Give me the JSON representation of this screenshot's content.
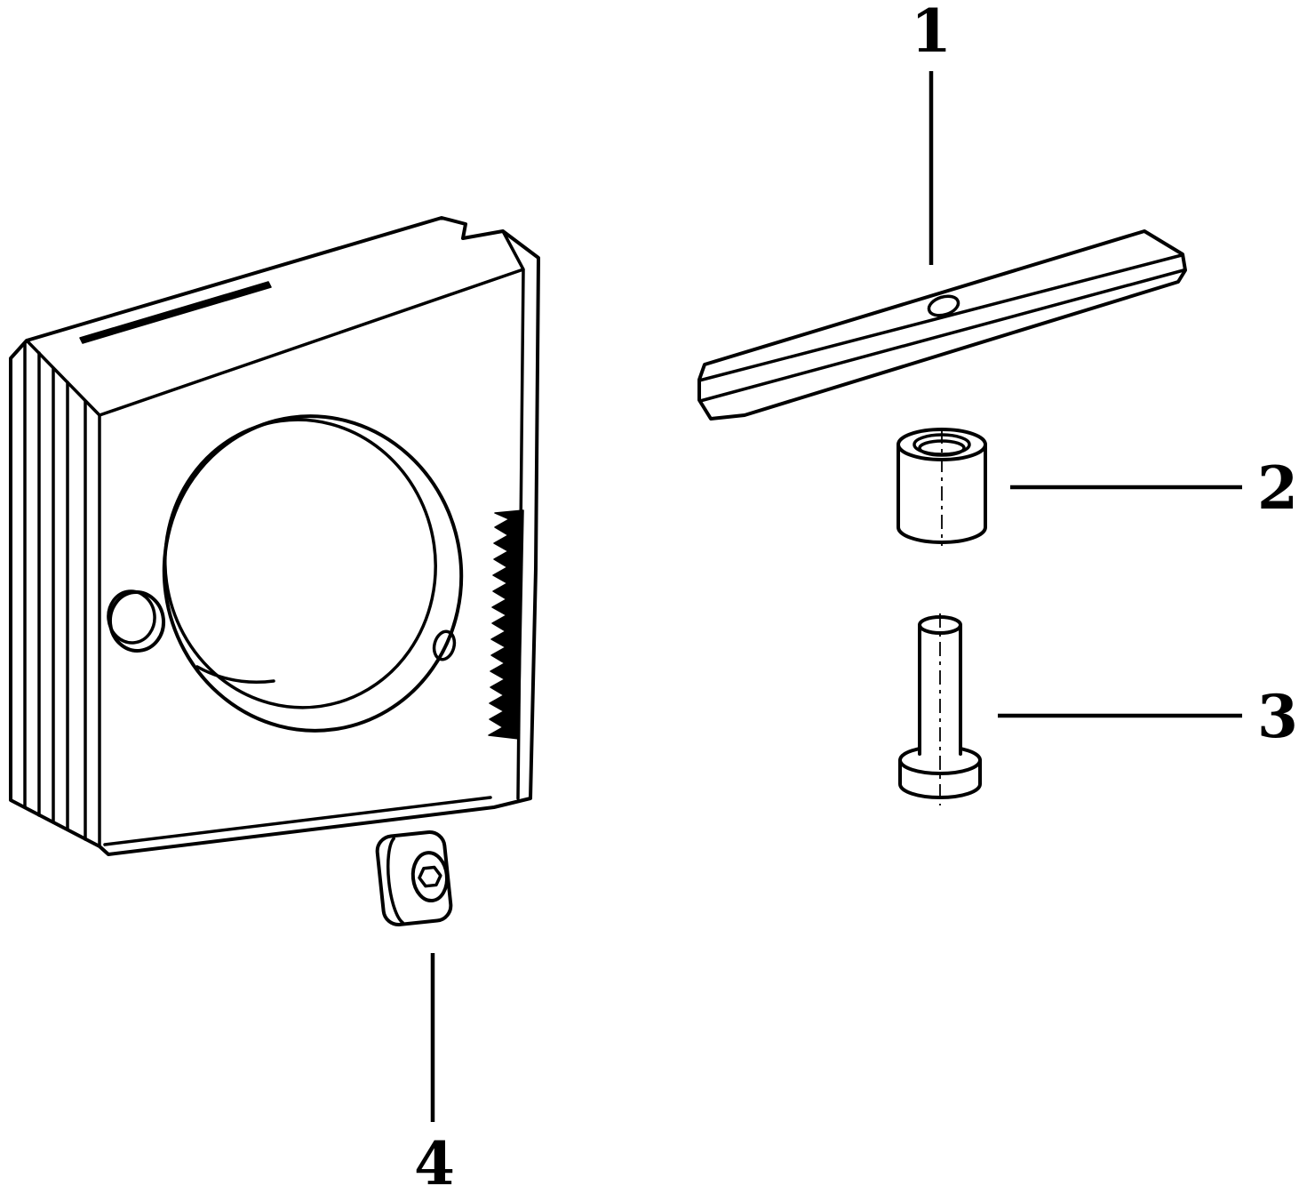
{
  "diagram": {
    "background_color": "#ffffff",
    "line_color": "#000000",
    "callouts": [
      {
        "label": "1"
      },
      {
        "label": "2"
      },
      {
        "label": "3"
      },
      {
        "label": "4"
      }
    ]
  }
}
